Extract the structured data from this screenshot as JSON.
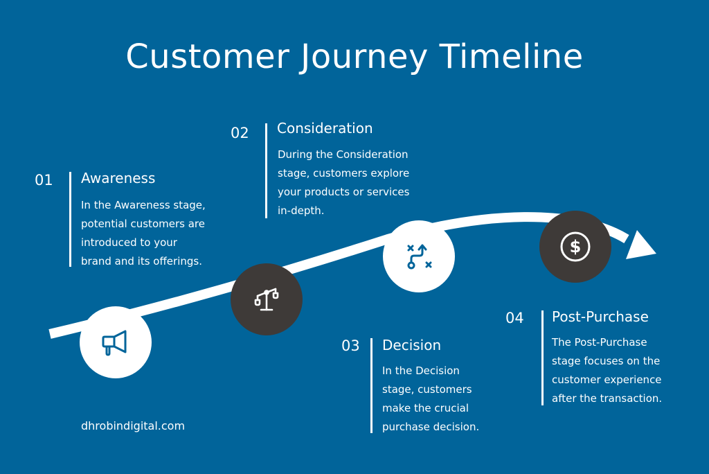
{
  "title": "Customer Journey Timeline",
  "colors": {
    "background": "#01649a",
    "dark_circle": "#3e3a38",
    "light_circle": "#ffffff",
    "icon_blue": "#01649a"
  },
  "stages": [
    {
      "number": "01",
      "title": "Awareness",
      "icon": "megaphone-icon",
      "description": [
        "In the Awareness stage,",
        "potential customers are",
        "introduced to your",
        "brand and its offerings."
      ]
    },
    {
      "number": "02",
      "title": "Consideration",
      "icon": "scale-icon",
      "description": [
        "During the Consideration",
        "stage, customers explore",
        "your products or services",
        "in-depth."
      ]
    },
    {
      "number": "03",
      "title": "Decision",
      "icon": "strategy-icon",
      "description": [
        "In the Decision",
        "stage, customers",
        "make the crucial",
        "purchase decision."
      ]
    },
    {
      "number": "04",
      "title": "Post-Purchase",
      "icon": "dollar-icon",
      "description": [
        "The Post-Purchase",
        "stage focuses on the",
        "customer experience",
        "after the transaction."
      ]
    }
  ],
  "footer": "dhrobindigital.com"
}
